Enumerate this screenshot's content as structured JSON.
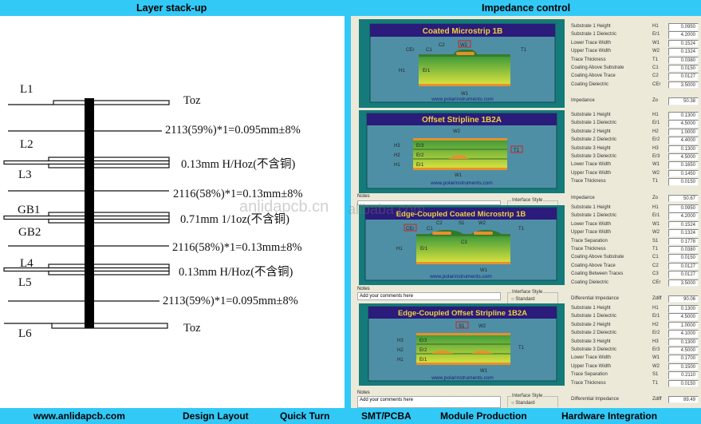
{
  "header": {
    "left_title": "Layer stack-up",
    "right_title": "Impedance control"
  },
  "colors": {
    "bar": "#33c9f7",
    "panel": "#ece9d8",
    "diagram_frame": "#157a7a",
    "diagram_title_bg": "#2b1b7a",
    "diagram_title_text": "#f0d040",
    "copper": "#e8902a"
  },
  "stackup": {
    "layers": [
      "L1",
      "L2",
      "L3",
      "GB1",
      "GB2",
      "L4",
      "L5",
      "L6"
    ],
    "specs": [
      "Toz",
      "2113(59%)*1=0.095mm±8%",
      "0.13mm H/Hoz(不含铜)",
      "2116(58%)*1=0.13mm±8%",
      "0.71mm 1/1oz(不含铜)",
      "2116(58%)*1=0.13mm±8%",
      "0.13mm H/Hoz(不含铜)",
      "2113(59%)*1=0.095mm±8%",
      "Toz"
    ]
  },
  "watermarks": [
    "anlidapcb.cn",
    "alibaba.com"
  ],
  "diagrams": [
    {
      "title": "Coated Microstrip 1B",
      "url": "www.polarinstruments.com",
      "labels": {
        "cer": "CEr",
        "c1": "C1",
        "c2": "C2",
        "w2": "W2",
        "t1": "T1",
        "h1": "H1",
        "er1": "Er1",
        "w1": "W1"
      }
    },
    {
      "title": "Offset Stripline 1B2A",
      "url": "www.polarinstruments.com",
      "labels": {
        "w2": "W2",
        "h3": "H3",
        "h2": "H2",
        "h1": "H1",
        "er3": "Er3",
        "er2": "Er2",
        "er1": "Er1",
        "t1": "T1",
        "w1": "W1"
      }
    },
    {
      "title": "Edge-Coupled Coated Microstrip 1B",
      "url": "www.polarinstruments.com",
      "labels": {
        "cer": "CEr",
        "c1": "C1",
        "c2": "C2",
        "s1": "S1",
        "w2": "W2",
        "t1": "T1",
        "c3": "C3",
        "h1": "H1",
        "er1": "Er1",
        "w1": "W1"
      }
    },
    {
      "title": "Edge-Coupled Offset Stripline 1B2A",
      "url": "www.polarinstruments.com",
      "labels": {
        "s1": "S1",
        "w2": "W2",
        "h3": "H3",
        "h2": "H2",
        "h1": "H1",
        "er3": "Er3",
        "er2": "Er2",
        "er1": "Er1",
        "t1": "T1",
        "w1": "W1"
      }
    }
  ],
  "tables": [
    {
      "rows": [
        [
          "Substrate 1 Height",
          "H1",
          "0.0950"
        ],
        [
          "Substrate 1 Dielectric",
          "Er1",
          "4.2000"
        ],
        [
          "Lower Trace Width",
          "W1",
          "0.1524"
        ],
        [
          "Upper Trace Width",
          "W2",
          "0.1324"
        ],
        [
          "Trace Thickness",
          "T1",
          "0.0380"
        ],
        [
          "Coating Above Substrate",
          "C1",
          "0.0150"
        ],
        [
          "Coating Above Trace",
          "C2",
          "0.0127"
        ],
        [
          "Coating Dielectric",
          "CEr",
          "3.5000"
        ]
      ],
      "result": [
        "Impedance",
        "Zo",
        "50.38"
      ]
    },
    {
      "rows": [
        [
          "Substrate 1 Height",
          "H1",
          "0.1300"
        ],
        [
          "Substrate 1 Dielectric",
          "Er1",
          "4.5000"
        ],
        [
          "Substrate 2 Height",
          "H2",
          "1.0000"
        ],
        [
          "Substrate 2 Dielectric",
          "Er2",
          "4.4000"
        ],
        [
          "Substrate 3 Height",
          "H3",
          "0.1300"
        ],
        [
          "Substrate 3 Dielectric",
          "Er3",
          "4.5000"
        ],
        [
          "Lower Trace Width",
          "W1",
          "0.1650"
        ],
        [
          "Upper Trace Width",
          "W2",
          "0.1450"
        ],
        [
          "Trace Thickness",
          "T1",
          "0.0150"
        ]
      ],
      "result": [
        "Impedance",
        "Zo",
        "50.67"
      ]
    },
    {
      "rows": [
        [
          "Substrate 1 Height",
          "H1",
          "0.0950"
        ],
        [
          "Substrate 1 Dielectric",
          "Er1",
          "4.2000"
        ],
        [
          "Lower Trace Width",
          "W1",
          "0.1524"
        ],
        [
          "Upper Trace Width",
          "W2",
          "0.1324"
        ],
        [
          "Trace Separation",
          "S1",
          "0.1778"
        ],
        [
          "Trace Thickness",
          "T1",
          "0.0380"
        ],
        [
          "Coating Above Substrate",
          "C1",
          "0.0150"
        ],
        [
          "Coating Above Trace",
          "C2",
          "0.0127"
        ],
        [
          "Coating Between Traces",
          "C3",
          "0.0127"
        ],
        [
          "Coating Dielectric",
          "CEr",
          "3.5000"
        ]
      ],
      "result": [
        "Differential Impedance",
        "Zdiff",
        "90.06"
      ]
    },
    {
      "rows": [
        [
          "Substrate 1 Height",
          "H1",
          "0.1300"
        ],
        [
          "Substrate 1 Dielectric",
          "Er1",
          "4.5000"
        ],
        [
          "Substrate 2 Height",
          "H2",
          "1.0000"
        ],
        [
          "Substrate 2 Dielectric",
          "Er2",
          "4.1000"
        ],
        [
          "Substrate 3 Height",
          "H3",
          "0.1300"
        ],
        [
          "Substrate 3 Dielectric",
          "Er3",
          "4.5000"
        ],
        [
          "Lower Trace Width",
          "W1",
          "0.1700"
        ],
        [
          "Upper Trace Width",
          "W2",
          "0.1500"
        ],
        [
          "Trace Separation",
          "S1",
          "0.2110"
        ],
        [
          "Trace Thickness",
          "T1",
          "0.0150"
        ]
      ],
      "result": [
        "Differential Impedance",
        "Zdiff",
        "89.49"
      ]
    }
  ],
  "notes": {
    "label": "Notes",
    "comment": "Add your comments here",
    "interface_label": "Interface Style",
    "radio_label": "Standard"
  },
  "footer": [
    "www.anlidapcb.com",
    "Design Layout",
    "Quick Turn",
    "SMT/PCBA",
    "Module Production",
    "Hardware Integration"
  ]
}
